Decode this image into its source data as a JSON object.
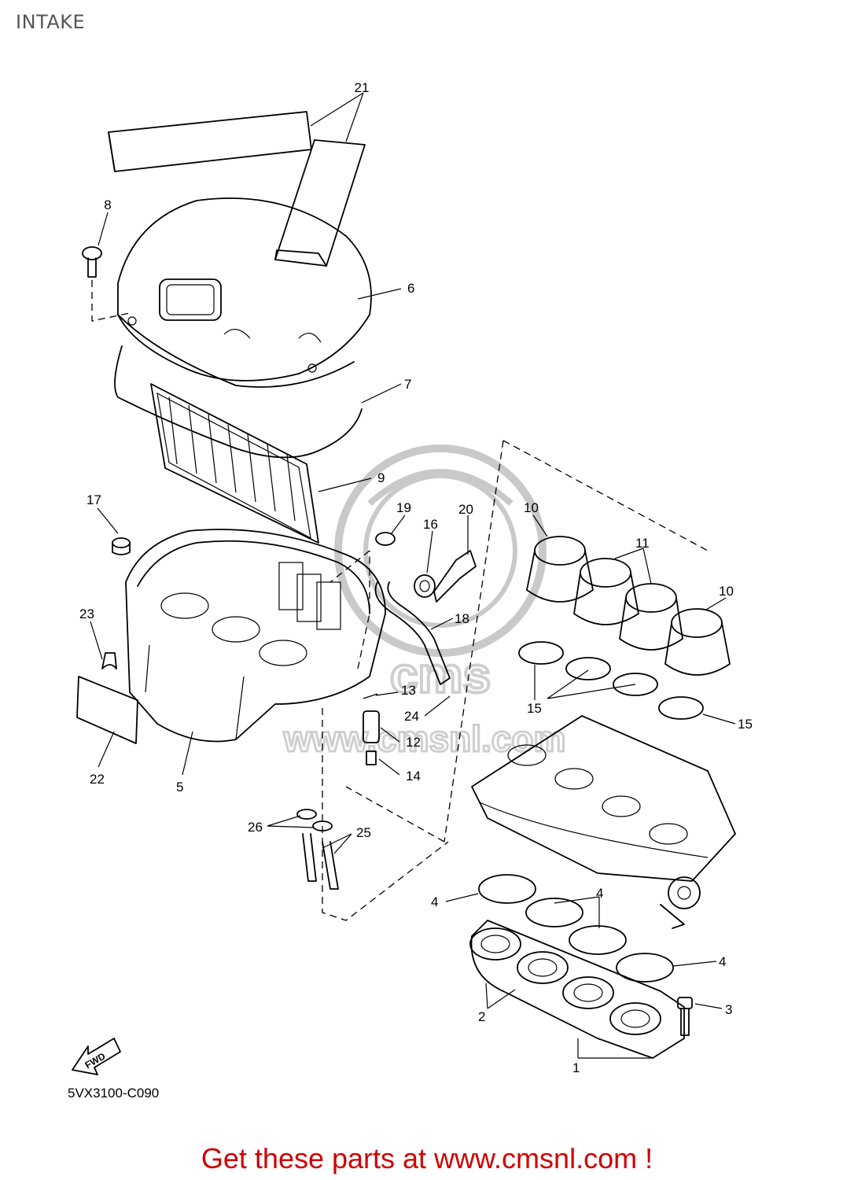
{
  "page": {
    "title": "INTAKE",
    "drawing_code": "5VX3100-C090",
    "footer": "Get these parts at www.cmsnl.com !",
    "fwd_label": "FWD",
    "watermark": "www.cmsnl.com"
  },
  "callouts": {
    "c1": "1",
    "c2": "2",
    "c3": "3",
    "c4a": "4",
    "c4b": "4",
    "c4c": "4",
    "c5": "5",
    "c6": "6",
    "c7": "7",
    "c8": "8",
    "c9": "9",
    "c10a": "10",
    "c10b": "10",
    "c11": "11",
    "c12": "12",
    "c13": "13",
    "c14": "14",
    "c15a": "15",
    "c15b": "15",
    "c16": "16",
    "c17": "17",
    "c18": "18",
    "c19": "19",
    "c20": "20",
    "c21": "21",
    "c22": "22",
    "c23": "23",
    "c24": "24",
    "c25": "25",
    "c26": "26"
  },
  "colors": {
    "footer": "#d00000",
    "title": "#555555",
    "watermark": "#c9c9c9"
  }
}
